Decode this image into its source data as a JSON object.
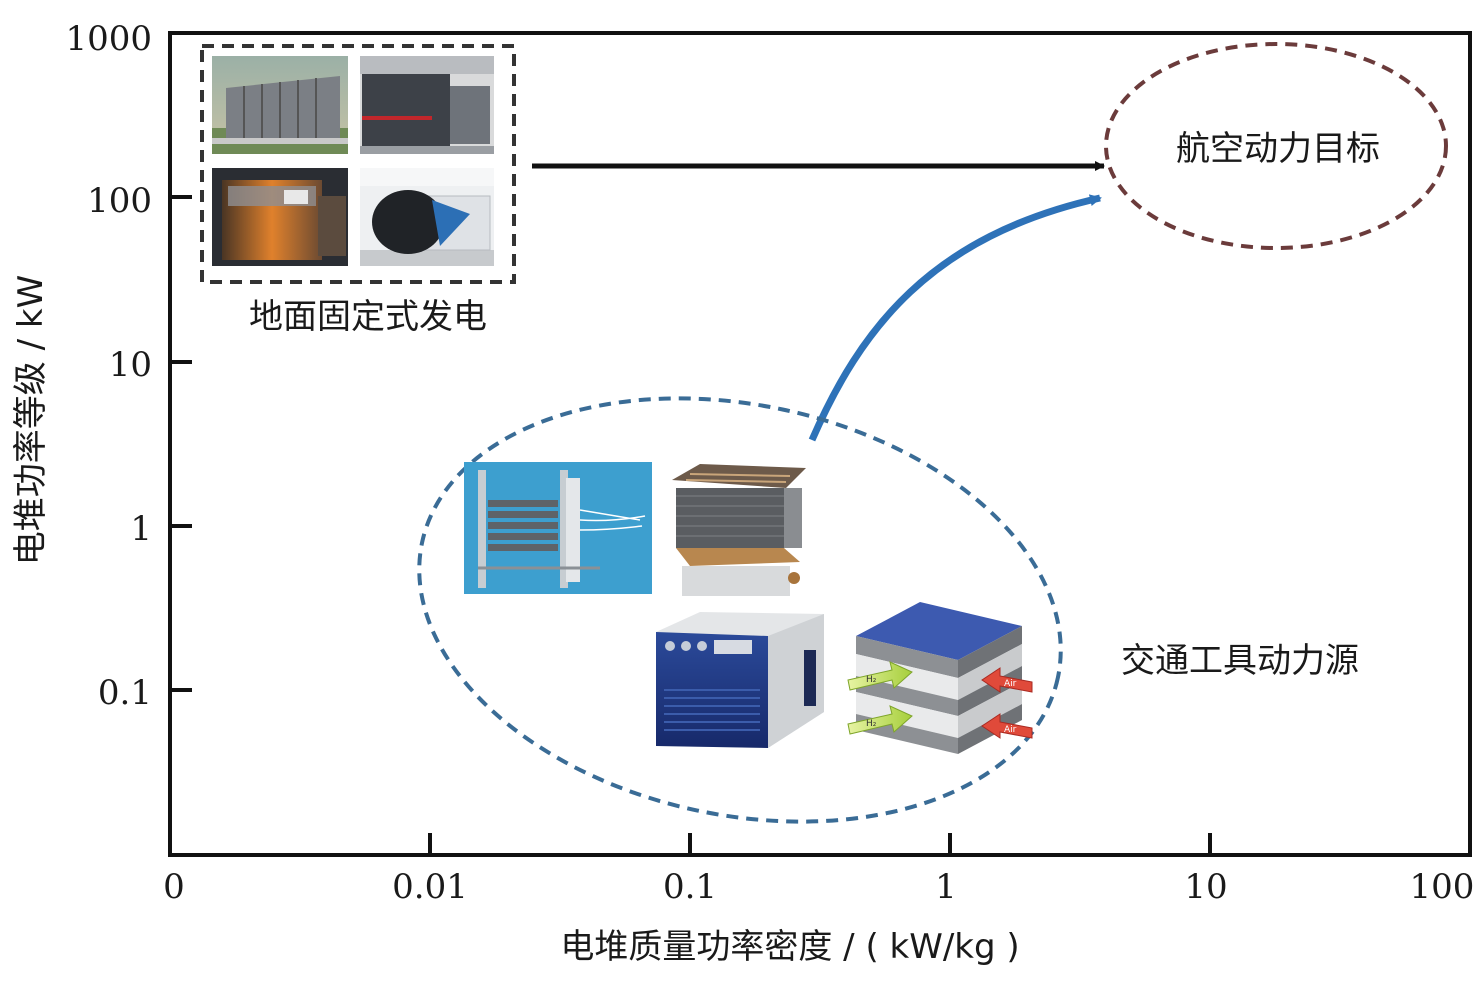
{
  "figure": {
    "y_axis_label": "电堆功率等级 / kW",
    "x_axis_label": "电堆质量功率密度 / ( kW/kg )",
    "y_ticks": [
      "1000",
      "100",
      "10",
      "1",
      "0.1"
    ],
    "x_ticks": [
      "0",
      "0.01",
      "0.1",
      "1",
      "10",
      "100"
    ],
    "groups": {
      "ground": "地面固定式发电",
      "vehicle": "交通工具动力源",
      "aviation": "航空动力目标"
    },
    "arrow_labels": {
      "a1": "H₂",
      "a2": "H₂",
      "b1": "Air",
      "b2": "Air"
    },
    "colors": {
      "axis": "#111111",
      "ground_border": "#333333",
      "vehicle_border": "#3a6c96",
      "aviation_border": "#6b3b3b",
      "blue_arrow": "#2e72b8",
      "black_arrow": "#111111"
    }
  }
}
